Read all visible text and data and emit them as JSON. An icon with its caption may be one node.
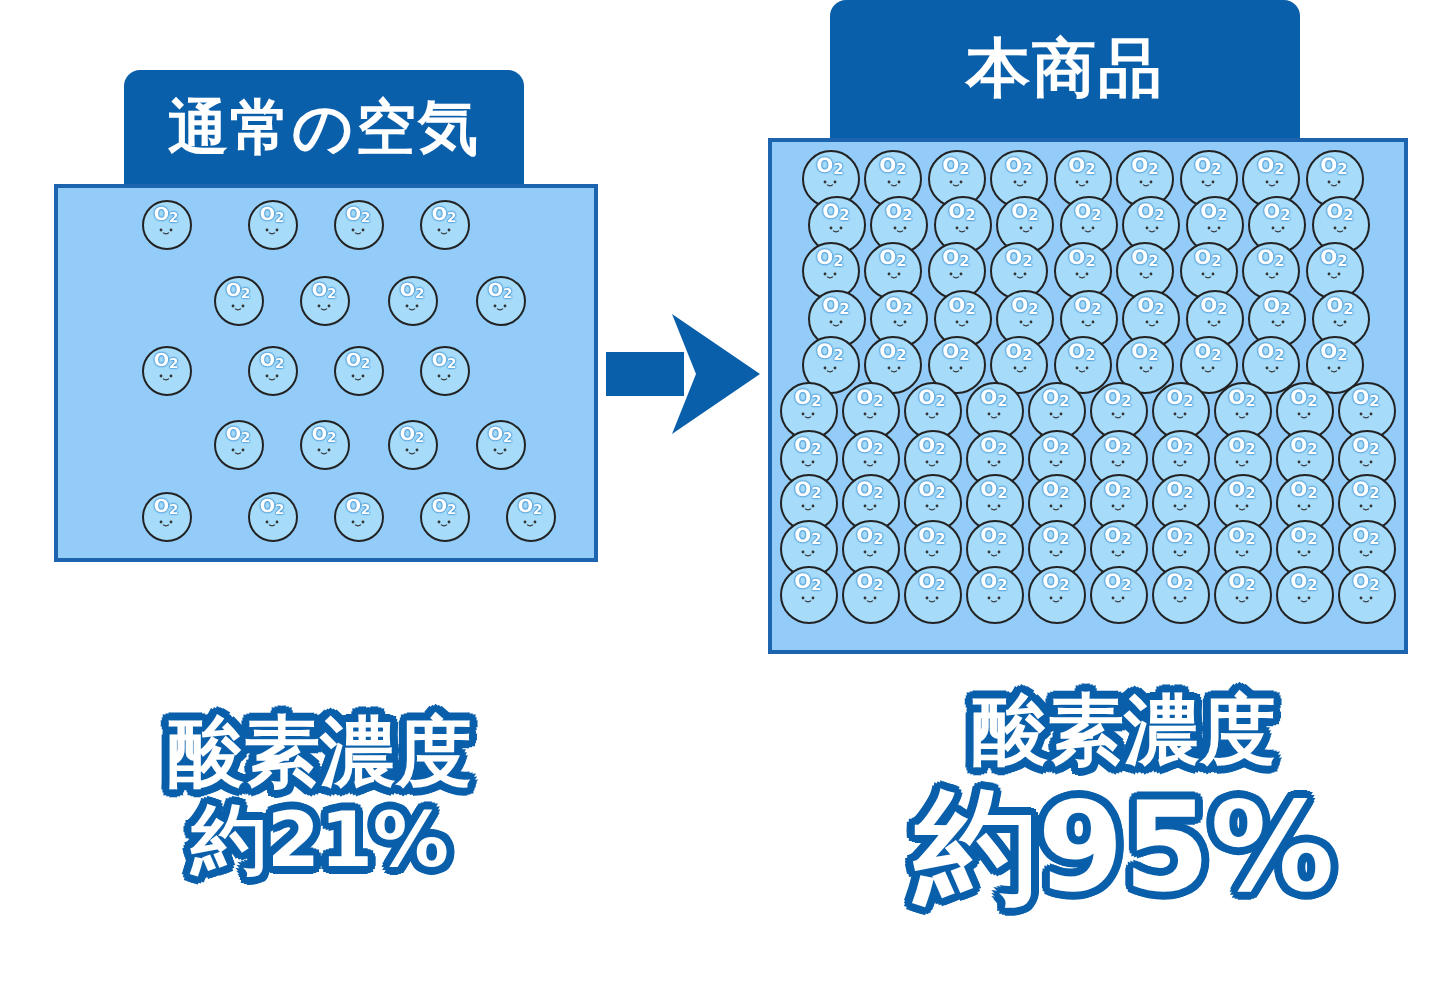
{
  "diagram": {
    "nodes": [
      {
        "text": [
          "通常の空気"
        ],
        "beside": [
          "酸素濃度",
          "約21%"
        ]
      },
      {
        "text": [
          "O$_{2}$"
        ],
        "in": 0
      },
      {
        "text": [
          "O$_{2}$"
        ],
        "in": 0
      },
      {
        "text": [
          "O$_{2}$"
        ],
        "in": 0
      },
      {
        "text": [
          "O$_{2}$"
        ],
        "in": 0
      },
      {
        "text": [
          "O$_{2}$"
        ],
        "in": 0
      },
      {
        "text": [
          "O$_{2}$"
        ],
        "in": 0
      },
      {
        "text": [
          "O$_{2}$"
        ],
        "in": 0
      },
      {
        "text": [
          "O$_{2}$"
        ],
        "in": 0
      },
      {
        "text": [
          "O$_{2}$"
        ],
        "in": 0
      },
      {
        "text": [
          "O$_{2}$"
        ],
        "in": 0
      },
      {
        "text": [
          "O$_{2}$"
        ],
        "in": 0
      },
      {
        "text": [
          "O$_{2}$"
        ],
        "in": 0
      },
      {
        "text": [
          "O$_{2}$"
        ],
        "in": 0
      },
      {
        "text": [
          "O$_{2}$"
        ],
        "in": 0
      },
      {
        "text": [
          "O$_{2}$"
        ],
        "in": 0
      },
      {
        "text": [
          "O$_{2}$"
        ],
        "in": 0
      },
      {
        "text": [
          "O$_{2}$"
        ],
        "in": 0
      },
      {
        "text": [
          "O$_{2}$"
        ],
        "in": 0
      },
      {
        "text": [
          "O$_{2}$"
        ],
        "in": 0
      },
      {
        "text": [
          "O$_{2}$"
        ],
        "in": 0
      },
      {
        "text": [
          "O$_{2}$"
        ],
        "in": 0
      },
      {
        "text": [
          "本商品"
        ],
        "beside": [
          "酸素濃度",
          "約95%"
        ]
      },
      {
        "text": [
          "O$_{2}$"
        ],
        "in": 22
      },
      {
        "text": [
          "O$_{2}$"
        ],
        "in": 22
      },
      {
        "text": [
          "O$_{2}$"
        ],
        "in": 22
      },
      {
        "text": [
          "O$_{2}$"
        ],
        "in": 22
      },
      {
        "text": [
          "O$_{2}$"
        ],
        "in": 22
      },
      {
        "text": [
          "O$_{2}$"
        ],
        "in": 22
      },
      {
        "text": [
          "O$_{2}$"
        ],
        "in": 22
      },
      {
        "text": [
          "O$_{2}$"
        ],
        "in": 22
      },
      {
        "text": [
          "O$_{2}$"
        ],
        "in": 22
      },
      {
        "text": [
          "O$_{2}$"
        ],
        "in": 22
      },
      {
        "text": [
          "O$_{2}$"
        ],
        "in": 22
      },
      {
        "text": [
          "O$_{2}$"
        ],
        "in": 22
      },
      {
        "text": [
          "O$_{2}$"
        ],
        "in": 22
      },
      {
        "text": [
          "O$_{2}$"
        ],
        "in": 22
      },
      {
        "text": [
          "O$_{2}$"
        ],
        "in": 22
      },
      {
        "text": [
          "O$_{2}$"
        ],
        "in": 22
      },
      {
        "text": [
          "O$_{2}$"
        ],
        "in": 22
      },
      {
        "text": [
          "O$_{2}$"
        ],
        "in": 22
      },
      {
        "text": [
          "O$_{2}$"
        ],
        "in": 22
      },
      {
        "text": [
          "O$_{2}$"
        ],
        "in": 22
      },
      {
        "text": [
          "O$_{2}$"
        ],
        "in": 22
      },
      {
        "text": [
          "O$_{2}$"
        ],
        "in": 22
      },
      {
        "text": [
          "O$_{2}$"
        ],
        "in": 22
      },
      {
        "text": [
          "O$_{2}$"
        ],
        "in": 22
      },
      {
        "text": [
          "O$_{2}$"
        ],
        "in": 22
      },
      {
        "text": [
          "O$_{2}$"
        ],
        "in": 22
      },
      {
        "text": [
          "O$_{2}$"
        ],
        "in": 22
      },
      {
        "text": [
          "O$_{2}$"
        ],
        "in": 22
      },
      {
        "text": [
          "O$_{2}$"
        ],
        "in": 22
      },
      {
        "text": [
          "O$_{2}$"
        ],
        "in": 22
      },
      {
        "text": [
          "O$_{2}$"
        ],
        "in": 22
      },
      {
        "text": [
          "O$_{2}$"
        ],
        "in": 22
      },
      {
        "text": [
          "O$_{2}$"
        ],
        "in": 22
      },
      {
        "text": [
          "O$_{2}$"
        ],
        "in": 22
      },
      {
        "text": [
          "O$_{2}$"
        ],
        "in": 22
      },
      {
        "text": [
          "O$_{2}$"
        ],
        "in": 22
      },
      {
        "text": [
          "O$_{2}$"
        ],
        "in": 22
      },
      {
        "text": [
          "O$_{2}$"
        ],
        "in": 22
      },
      {
        "text": [
          "O$_{2}$"
        ],
        "in": 22
      },
      {
        "text": [
          "O$_{2}$"
        ],
        "in": 22
      },
      {
        "text": [
          "O$_{2}$"
        ],
        "in": 22
      },
      {
        "text": [
          "O$_{2}$"
        ],
        "in": 22
      },
      {
        "text": [
          "O$_{2}$"
        ],
        "in": 22
      },
      {
        "text": [
          "O$_{2}$"
        ],
        "in": 22
      },
      {
        "text": [
          "O$_{2}$"
        ],
        "in": 22
      },
      {
        "text": [
          "O$_{2}$"
        ],
        "in": 22
      },
      {
        "text": [
          "O$_{2}$"
        ],
        "in": 22
      },
      {
        "text": [
          "O$_{2}$"
        ],
        "in": 22
      },
      {
        "text": [
          "O$_{2}$"
        ],
        "in": 22
      },
      {
        "text": [
          "O$_{2}$"
        ],
        "in": 22
      },
      {
        "text": [
          "O$_{2}$"
        ],
        "in": 22
      },
      {
        "text": [
          "O$_{2}$"
        ],
        "in": 22
      },
      {
        "text": [
          "O$_{2}$"
        ],
        "in": 22
      },
      {
        "text": [
          "O$_{2}$"
        ],
        "in": 22
      },
      {
        "text": [
          "O$_{2}$"
        ],
        "in": 22
      },
      {
        "text": [
          "O$_{2}$"
        ],
        "in": 22
      },
      {
        "text": [
          "O$_{2}$"
        ],
        "in": 22
      },
      {
        "text": [
          "O$_{2}$"
        ],
        "in": 22
      },
      {
        "text": [
          "O$_{2}$"
        ],
        "in": 22
      },
      {
        "text": [
          "O$_{2}$"
        ],
        "in": 22
      },
      {
        "text": [
          "O$_{2}$"
        ],
        "in": 22
      },
      {
        "text": [
          "O$_{2}$"
        ],
        "in": 22
      },
      {
        "text": [
          "O$_{2}$"
        ],
        "in": 22
      },
      {
        "text": [
          "O$_{2}$"
        ],
        "in": 22
      },
      {
        "text": [
          "O$_{2}$"
        ],
        "in": 22
      },
      {
        "text": [
          "O$_{2}$"
        ],
        "in": 22
      },
      {
        "text": [
          "O$_{2}$"
        ],
        "in": 22
      },
      {
        "text": [
          "O$_{2}$"
        ],
        "in": 22
      },
      {
        "text": [
          "O$_{2}$"
        ],
        "in": 22
      },
      {
        "text": [
          "O$_{2}$"
        ],
        "in": 22
      },
      {
        "text": [
          "O$_{2}$"
        ],
        "in": 22
      },
      {
        "text": [
          "O$_{2}$"
        ],
        "in": 22
      },
      {
        "text": [
          "O$_{2}$"
        ],
        "in": 22
      },
      {
        "text": [
          "O$_{2}$"
        ],
        "in": 22
      },
      {
        "text": [
          "O$_{2}$"
        ],
        "in": 22
      },
      {
        "text": [
          "O$_{2}$"
        ],
        "in": 22
      },
      {
        "text": [
          "O$_{2}$"
        ],
        "in": 22
      },
      {
        "text": [
          "O$_{2}$"
        ],
        "in": 22
      },
      {
        "text": [
          "O$_{2}$"
        ],
        "in": 22
      },
      {
        "text": [
          "O$_{2}$"
        ],
        "in": 22
      },
      {
        "text": [
          "O$_{2}$"
        ],
        "in": 22
      },
      {
        "text": [
          "O$_{2}$"
        ],
        "in": 22
      },
      {
        "text": [
          "O$_{2}$"
        ],
        "in": 22
      },
      {
        "text": [
          "O$_{2}$"
        ],
        "in": 22
      },
      {
        "text": [
          "O$_{2}$"
        ],
        "in": 22
      },
      {
        "text": [
          "O$_{2}$"
        ],
        "in": 22
      },
      {
        "text": [
          "O$_{2}$"
        ],
        "in": 22
      },
      {
        "text": [
          "O$_{2}$"
        ],
        "in": 22
      },
      {
        "text": [
          "O$_{2}$"
        ],
        "in": 22
      },
      {
        "text": [
          "O$_{2}$"
        ],
        "in": 22
      },
      {
        "text": [
          "O$_{2}$"
        ],
        "in": 22
      },
      {
        "text": [
          "O$_{2}$"
        ],
        "in": 22
      },
      {
        "text": [
          "O$_{2}$"
        ],
        "in": 22
      },
      {
        "text": [
          "O$_{2}$"
        ],
        "in": 22
      },
      {
        "text": [
          "O$_{2}$"
        ],
        "in": 22
      }
    ],
    "edges": [
      {
        "from": 0,
        "to": 22,
        "arrow": "to"
      }
    ]
  }
}
